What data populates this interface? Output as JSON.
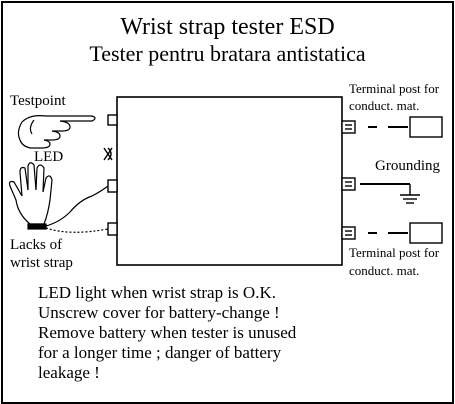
{
  "title": {
    "line1": "Wrist strap tester ESD",
    "line2": "Tester pentru bratara antistatica"
  },
  "labels": {
    "testpoint": "Testpoint",
    "led": "LED",
    "lacks_of": "Lacks of",
    "wrist_strap": "wrist strap",
    "terminal_top_1": "Terminal post for",
    "terminal_top_2": "conduct. mat.",
    "grounding": "Grounding",
    "terminal_bottom_1": "Terminal post for",
    "terminal_bottom_2": "conduct. mat."
  },
  "notes": [
    "LED light when wrist strap is O.K.",
    "Unscrew cover for battery-change !",
    "Remove battery when tester is unused",
    "for a longer time ; danger of battery",
    "leakage !"
  ],
  "icons": {
    "pointing_hand": "pointing-hand-icon",
    "open_hand": "open-hand-icon",
    "ground": "ground-symbol-icon",
    "led": "led-symbol-icon"
  },
  "colors": {
    "line": "#000000",
    "background": "#ffffff"
  }
}
